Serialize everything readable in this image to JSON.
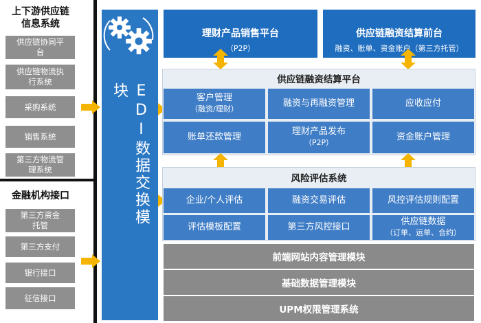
{
  "left": {
    "supply_chain_header": "上下游供应链信息系统",
    "supply_chain_items": [
      "供应链协同平台",
      "供应链物流执行系统",
      "采购系统",
      "销售系统",
      "第三方物流管理系统"
    ],
    "finance_header": "金融机构接口",
    "finance_items": [
      "第三方资金托管",
      "第三方支付",
      "银行接口",
      "征信接口"
    ]
  },
  "edi": {
    "label": "EDI数据交换模块"
  },
  "top_boxes": {
    "sales_platform": {
      "title": "理财产品销售平台",
      "sub": "（P2P）"
    },
    "settlement_frontend": {
      "title": "供应链融资结算前台",
      "sub": "融资、账单、资金账户（第三方托管）"
    }
  },
  "settlement_platform": {
    "title": "供应链融资结算平台",
    "cells": [
      {
        "label": "客户管理",
        "sub": "（融资/理财）"
      },
      {
        "label": "融资与再融资管理",
        "sub": ""
      },
      {
        "label": "应收应付",
        "sub": ""
      },
      {
        "label": "账单还款管理",
        "sub": ""
      },
      {
        "label": "理财产品发布",
        "sub": "（P2P）"
      },
      {
        "label": "资金账户管理",
        "sub": ""
      }
    ]
  },
  "risk_system": {
    "title": "风险评估系统",
    "cells": [
      {
        "label": "企业/个人评估",
        "sub": ""
      },
      {
        "label": "融资交易评估",
        "sub": ""
      },
      {
        "label": "风控评估规则配置",
        "sub": ""
      },
      {
        "label": "评估模板配置",
        "sub": ""
      },
      {
        "label": "第三方风控接口",
        "sub": ""
      },
      {
        "label": "供应链数据",
        "sub": "（订单、运单、合约）"
      }
    ]
  },
  "bottom_bars": [
    "前端网站内容管理模块",
    "基础数据管理模块",
    "UPM权限管理系统"
  ],
  "colors": {
    "edi_blue": "#2a77c4",
    "cell_blue": "#3f7dc6",
    "gray": "#8f8f8f",
    "arrow": "#f5b400"
  },
  "icons": [
    "gear-icon",
    "gear-icon",
    "arrow-right-icon",
    "arrow-updown-icon"
  ]
}
